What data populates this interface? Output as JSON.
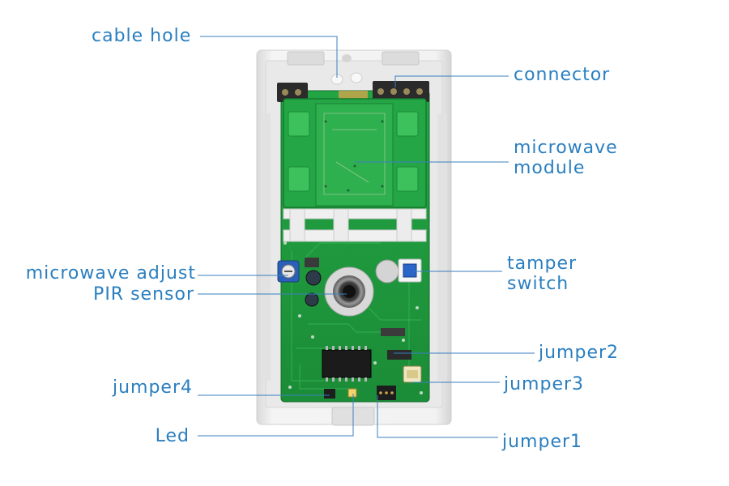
{
  "colors": {
    "background": "#ffffff",
    "label_text": "#2a7fc0",
    "leader_line": "#3b7fbf",
    "enclosure": "#eeeeee",
    "pcb": "#1f9a3e",
    "pcb_dark": "#177a30"
  },
  "labels": {
    "cable_hole": "cable hole",
    "connector": "connector",
    "microwave_module_1": "microwave",
    "microwave_module_2": "module",
    "microwave_adjust": "microwave adjust",
    "pir_sensor": "PIR sensor",
    "tamper_switch_1": "tamper",
    "tamper_switch_2": "switch",
    "jumper2": "jumper2",
    "jumper3": "jumper3",
    "jumper4": "jumper4",
    "led": "Led",
    "jumper1": "jumper1"
  }
}
